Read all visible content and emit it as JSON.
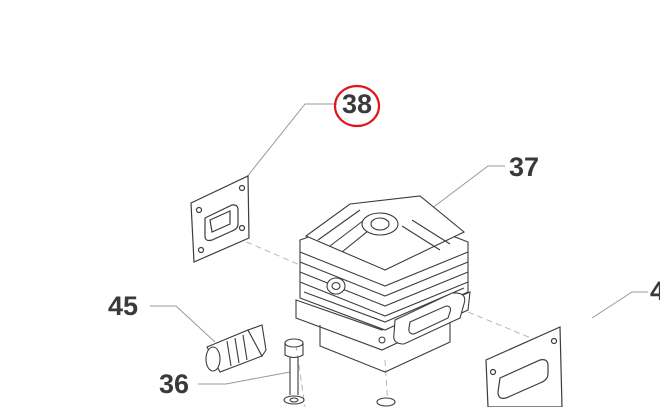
{
  "callouts": {
    "part_38": "38",
    "part_37": "37",
    "part_45": "45",
    "part_36": "36",
    "part_4x": "4"
  },
  "highlight": {
    "target": "38",
    "color": "#e0161c"
  },
  "colors": {
    "line_art": "#3c3c3c",
    "leader": "#9a9a9a",
    "label": "#3a3a3a"
  }
}
